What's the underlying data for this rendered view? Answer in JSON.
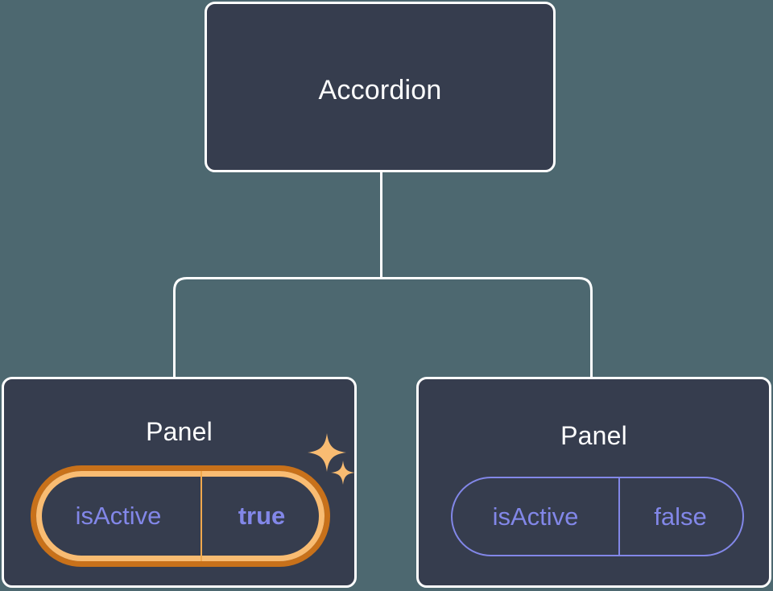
{
  "theme": {
    "background": "#4d6870",
    "node_fill": "#363d4e",
    "node_border": "#ffffff",
    "edge_color": "#ffffff",
    "prop_accent": "#8287e8",
    "highlight_outer": "#c8711a",
    "highlight_inner": "#f9bc72",
    "sparkle_color": "#f9bc72"
  },
  "tree": {
    "root": {
      "label": "Accordion"
    },
    "children": [
      {
        "label": "Panel",
        "highlighted": true,
        "prop": {
          "key": "isActive",
          "value": "true"
        },
        "decorations": [
          "sparkle-large",
          "sparkle-small"
        ]
      },
      {
        "label": "Panel",
        "highlighted": false,
        "prop": {
          "key": "isActive",
          "value": "false"
        },
        "decorations": []
      }
    ]
  }
}
